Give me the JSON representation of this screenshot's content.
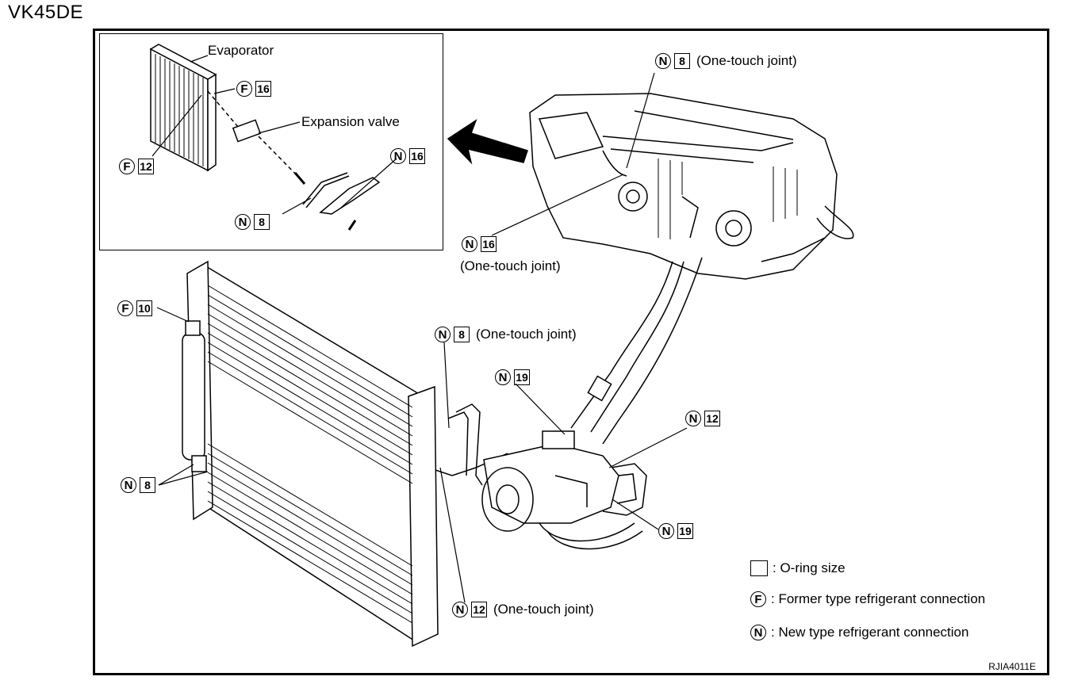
{
  "title": "VK45DE",
  "inset": {
    "evaporator": "Evaporator",
    "expansion_valve": "Expansion valve"
  },
  "callouts": [
    {
      "id": "c1",
      "type": "F",
      "size": "16",
      "note": ""
    },
    {
      "id": "c2",
      "type": "F",
      "size": "12",
      "note": ""
    },
    {
      "id": "c3",
      "type": "N",
      "size": "16",
      "note": ""
    },
    {
      "id": "c4",
      "type": "N",
      "size": "8",
      "note": ""
    },
    {
      "id": "c5",
      "type": "N",
      "size": "8",
      "note": "(One-touch joint)"
    },
    {
      "id": "c6",
      "type": "N",
      "size": "16",
      "note": ""
    },
    {
      "id": "c7",
      "type": "F",
      "size": "10",
      "note": ""
    },
    {
      "id": "c8",
      "type": "N",
      "size": "8",
      "note": "(One-touch joint)"
    },
    {
      "id": "c9",
      "type": "N",
      "size": "19",
      "note": ""
    },
    {
      "id": "c10",
      "type": "N",
      "size": "12",
      "note": ""
    },
    {
      "id": "c11",
      "type": "N",
      "size": "8",
      "note": ""
    },
    {
      "id": "c12",
      "type": "N",
      "size": "19",
      "note": ""
    },
    {
      "id": "c13",
      "type": "N",
      "size": "12",
      "note": "(One-touch joint)"
    }
  ],
  "one_touch_under_n16": "(One-touch joint)",
  "legend": {
    "oring": ": O-ring size",
    "former_symbol": "F",
    "former": ": Former type refrigerant connection",
    "new_symbol": "N",
    "new": ": New type refrigerant connection"
  },
  "figure_ref": "RJIA4011E"
}
